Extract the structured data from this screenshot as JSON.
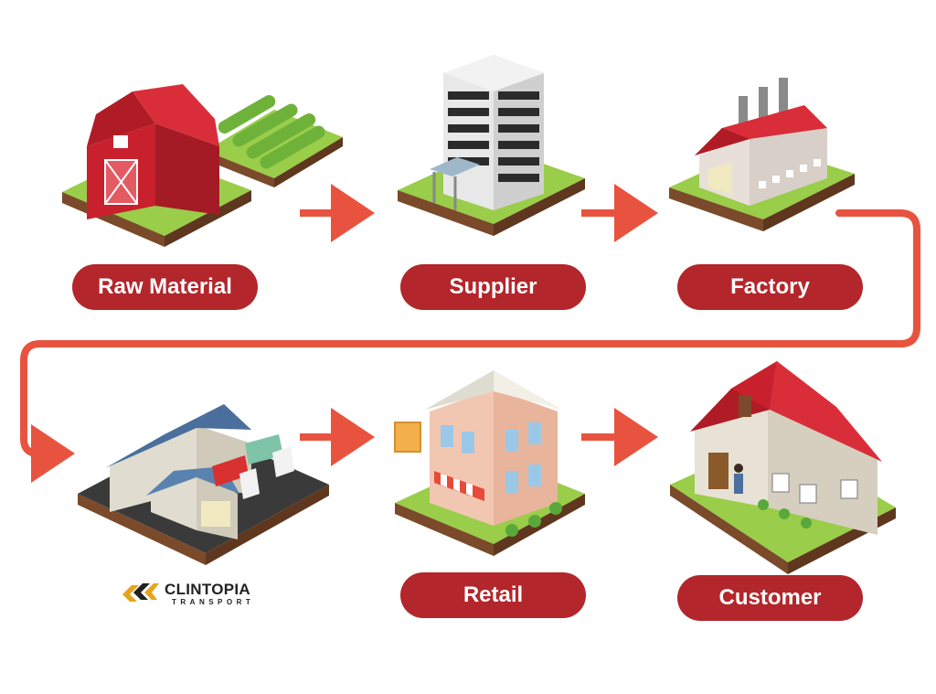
{
  "stages": [
    {
      "id": "raw-material",
      "label": "Raw Material",
      "icon": "barn-icon"
    },
    {
      "id": "supplier",
      "label": "Supplier",
      "icon": "office-building-icon"
    },
    {
      "id": "factory",
      "label": "Factory",
      "icon": "factory-icon"
    },
    {
      "id": "warehouse",
      "label": "",
      "icon": "warehouse-icon"
    },
    {
      "id": "retail",
      "label": "Retail",
      "icon": "retail-store-icon"
    },
    {
      "id": "customer",
      "label": "Customer",
      "icon": "house-icon"
    }
  ],
  "logo": {
    "name": "CLINTOPIA",
    "subtitle": "TRANSPORT"
  },
  "colors": {
    "pill": "#b3262b",
    "arrow": "#e8533f",
    "grass": "#9acd4a",
    "soil": "#7a4a2a",
    "roof_red": "#d92e3a",
    "roof_blue": "#4a6f9c"
  }
}
